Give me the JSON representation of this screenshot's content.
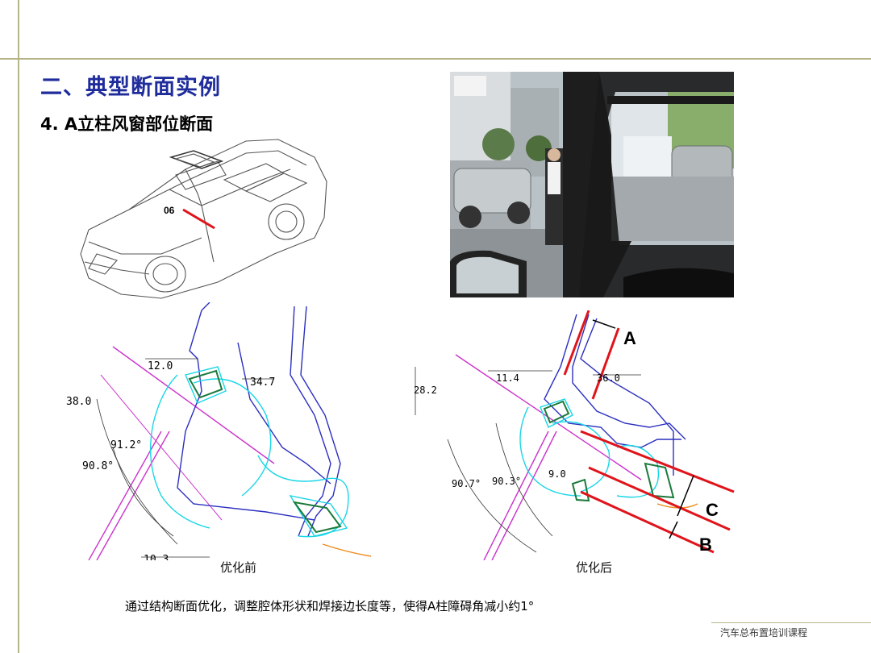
{
  "slide": {
    "title": "二、典型断面实例",
    "subtitle": "4. A立柱风窗部位断面",
    "car_label": "06",
    "before": {
      "caption": "优化前",
      "dims": {
        "d1": "12.0",
        "d2": "34.7",
        "d3": "38.0",
        "a1": "91.2°",
        "a2": "90.8°",
        "d4": "10.3"
      }
    },
    "after": {
      "caption": "优化后",
      "dims": {
        "d1": "11.4",
        "d2": "36.0",
        "d3": "28.2",
        "a1": "90.7°",
        "a2": "90.3°",
        "d4": "9.0"
      },
      "labels": {
        "a": "A",
        "b": "B",
        "c": "C"
      }
    },
    "note": "通过结构断面优化，调整腔体形状和焊接边长度等，使得A柱障碍角减小约1°",
    "footer": "汽车总布置培训课程"
  },
  "colors": {
    "title": "#1f2c9c",
    "rule": "#b6b58a",
    "section_red": "#e0141b",
    "section_blue": "#2b2fbf",
    "section_cyan": "#19d6e6",
    "section_magenta": "#cc33cc"
  }
}
